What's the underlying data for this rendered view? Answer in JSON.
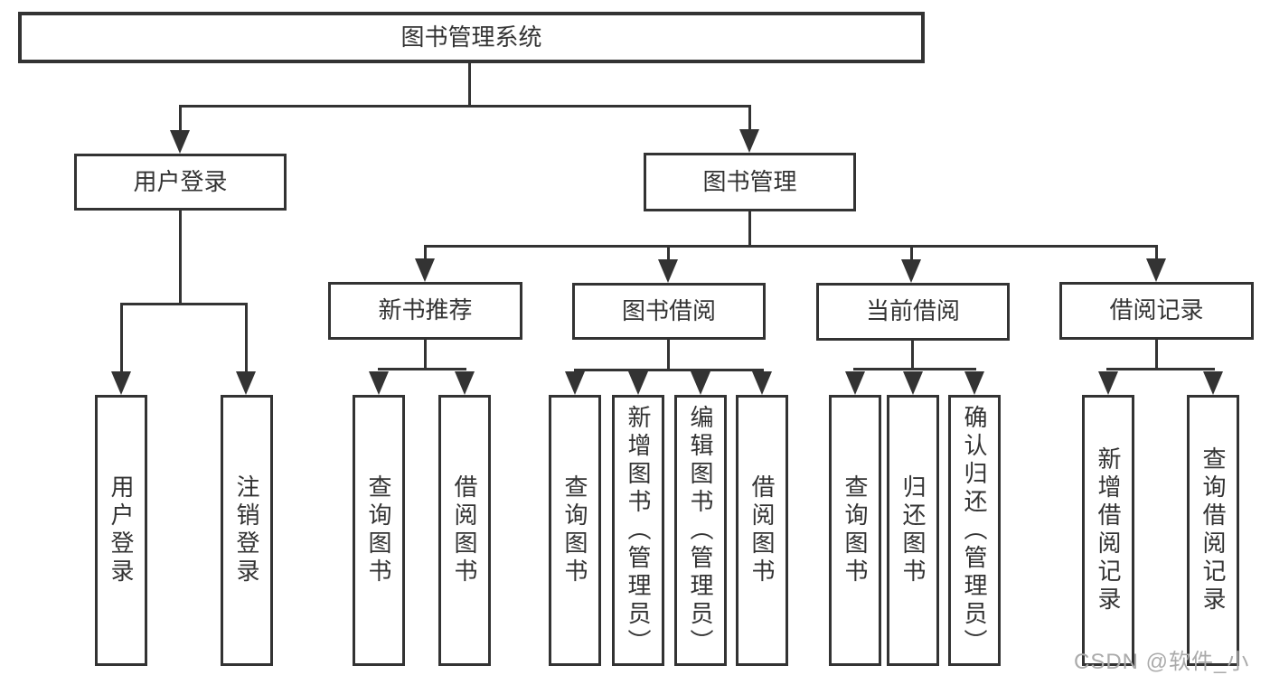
{
  "diagram": {
    "title": "图书管理系统",
    "watermark": "CSDN @软件_小贺同学",
    "colors": {
      "line": "#333333",
      "box_border": "#333333",
      "box_background": "#ffffff",
      "text": "#333333",
      "watermark_text": "#ababab"
    },
    "nodes": {
      "root": {
        "label": "图书管理系统"
      },
      "user_login": {
        "label": "用户登录"
      },
      "book_mgmt": {
        "label": "图书管理"
      },
      "new_book": {
        "label": "新书推荐"
      },
      "book_borrow": {
        "label": "图书借阅"
      },
      "current_borrow": {
        "label": "当前借阅"
      },
      "borrow_record": {
        "label": "借阅记录"
      },
      "leaf_user_login": {
        "label": "用户登录"
      },
      "leaf_logout": {
        "label": "注销登录"
      },
      "leaf_nb_query": {
        "label": "查询图书"
      },
      "leaf_nb_borrow": {
        "label": "借阅图书"
      },
      "leaf_bb_query": {
        "label": "查询图书"
      },
      "leaf_bb_add": {
        "label": "新增图书（管理员）"
      },
      "leaf_bb_edit": {
        "label": "编辑图书（管理员）"
      },
      "leaf_bb_borrow": {
        "label": "借阅图书"
      },
      "leaf_cb_query": {
        "label": "查询图书"
      },
      "leaf_cb_return": {
        "label": "归还图书"
      },
      "leaf_cb_confirm": {
        "label": "确认归还（管理员）"
      },
      "leaf_br_add": {
        "label": "新增借阅记录"
      },
      "leaf_br_query": {
        "label": "查询借阅记录"
      }
    },
    "hierarchy": {
      "root": [
        "user_login",
        "book_mgmt"
      ],
      "user_login": [
        "leaf_user_login",
        "leaf_logout"
      ],
      "book_mgmt": [
        "new_book",
        "book_borrow",
        "current_borrow",
        "borrow_record"
      ],
      "new_book": [
        "leaf_nb_query",
        "leaf_nb_borrow"
      ],
      "book_borrow": [
        "leaf_bb_query",
        "leaf_bb_add",
        "leaf_bb_edit",
        "leaf_bb_borrow"
      ],
      "current_borrow": [
        "leaf_cb_query",
        "leaf_cb_return",
        "leaf_cb_confirm"
      ],
      "borrow_record": [
        "leaf_br_add",
        "leaf_br_query"
      ]
    }
  }
}
